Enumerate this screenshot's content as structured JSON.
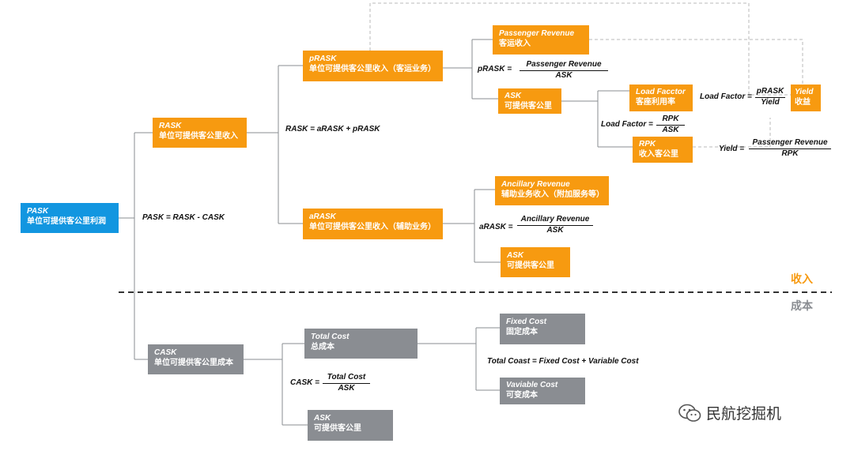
{
  "nodes": {
    "pask": {
      "en": "PASK",
      "zh": "单位可提供客公里利润",
      "color": "#1296e0"
    },
    "rask": {
      "en": "RASK",
      "zh": "单位可提供客公里收入",
      "color": "#f79a10"
    },
    "prask": {
      "en": "pRASK",
      "zh": "单位可提供客公里收入（客运业务）"
    },
    "arask": {
      "en": "aRASK",
      "zh": "单位可提供客公里收入（辅助业务）"
    },
    "passenger_revenue": {
      "en": "Passenger Revenue",
      "zh": "客运收入"
    },
    "ask_top": {
      "en": "ASK",
      "zh": "可提供客公里"
    },
    "load_factor": {
      "en": "Load Facctor",
      "zh": "客座利用率"
    },
    "rpk": {
      "en": "RPK",
      "zh": "收入客公里"
    },
    "yield": {
      "en": "Yield",
      "zh": "收益"
    },
    "ancillary_revenue": {
      "en": "Ancillary Revenue",
      "zh": "辅助业务收入（附加服务等）"
    },
    "ask_mid": {
      "en": "ASK",
      "zh": "可提供客公里"
    },
    "cask": {
      "en": "CASK",
      "zh": "单位可提供客公里成本",
      "color": "#8a8d92"
    },
    "total_cost": {
      "en": "Total Cost",
      "zh": "总成本"
    },
    "ask_bottom": {
      "en": "ASK",
      "zh": "可提供客公里"
    },
    "fixed_cost": {
      "en": "Fixed Cost",
      "zh": "固定成本"
    },
    "variable_cost": {
      "en": "Vaviable Cost",
      "zh": "可变成本"
    }
  },
  "formulas": {
    "pask": "PASK = RASK - CASK",
    "rask": "RASK = aRASK + pRASK",
    "prask": {
      "lhs": "pRASK =",
      "num": "Passenger Revenue",
      "den": "ASK"
    },
    "load_factor_rpk": {
      "lhs": "Load Factor =",
      "num": "RPK",
      "den": "ASK"
    },
    "load_factor_yield": {
      "lhs": "Load Factor =",
      "num": "pRASK",
      "den": "Yield"
    },
    "yield": {
      "lhs": "Yield =",
      "num": "Passenger Revenue",
      "den": "RPK"
    },
    "arask": {
      "lhs": "aRASK =",
      "num": "Ancillary Revenue",
      "den": "ASK"
    },
    "cask": {
      "lhs": "CASK =",
      "num": "Total Cost",
      "den": "ASK"
    },
    "total_cost": "Total Coast = Fixed Cost + Variable Cost"
  },
  "sections": {
    "revenue": {
      "label": "收入",
      "color": "#f79a10"
    },
    "cost": {
      "label": "成本",
      "color": "#8a8d92"
    }
  },
  "watermark": "民航挖掘机"
}
